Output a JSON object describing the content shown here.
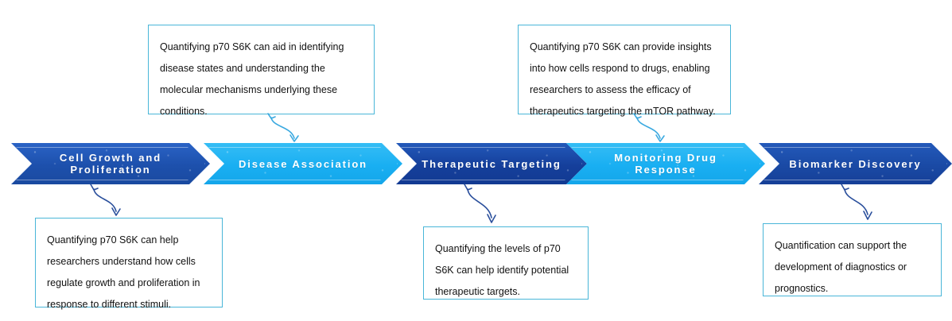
{
  "diagram": {
    "title": "p70 S6K Quantification Process",
    "type": "chevron-process-flow",
    "colors": {
      "dark_blue": "#1e5bbf",
      "navy_blue": "#1a3f9e",
      "light_blue": "#29b6f6",
      "callout_border": "#49b6d8",
      "arrow_light": "#3aa9e0",
      "arrow_dark": "#2a4f9c",
      "text_white": "#ffffff",
      "text_body": "#111111"
    },
    "steps": [
      {
        "id": "cell-growth-and-proliferation",
        "label": "Cell Growth and\nProliferation",
        "shade": "dark",
        "callout_position": "below"
      },
      {
        "id": "disease-association",
        "label": "Disease Association",
        "shade": "light",
        "callout_position": "above"
      },
      {
        "id": "therapeutic-targeting",
        "label": "Therapeutic Targeting",
        "shade": "dark",
        "callout_position": "below"
      },
      {
        "id": "monitoring-drug-response",
        "label": "Monitoring Drug\nResponse",
        "shade": "light",
        "callout_position": "above"
      },
      {
        "id": "biomarker-discovery",
        "label": "Biomarker Discovery",
        "shade": "dark",
        "callout_position": "below"
      }
    ],
    "callouts": [
      {
        "id": "callout-disease-association",
        "position": "above",
        "step": "disease-association",
        "text": "Quantifying p70 S6K can aid in identifying disease states and understanding the molecular mechanisms underlying these conditions."
      },
      {
        "id": "callout-monitoring-drug-response",
        "position": "above",
        "step": "monitoring-drug-response",
        "text": "Quantifying p70 S6K can provide insights into how cells respond to drugs, enabling researchers to assess the efficacy of therapeutics targeting the mTOR pathway."
      },
      {
        "id": "callout-cell-growth-and-proliferation",
        "position": "below",
        "step": "cell-growth-and-proliferation",
        "text": "Quantifying p70 S6K can help researchers understand how cells regulate growth and proliferation in response to different stimuli."
      },
      {
        "id": "callout-therapeutic-targeting",
        "position": "below",
        "step": "therapeutic-targeting",
        "text": "Quantifying the levels of p70 S6K can help identify potential therapeutic targets."
      },
      {
        "id": "callout-biomarker-discovery",
        "position": "below",
        "step": "biomarker-discovery",
        "text": "Quantification can support the development of diagnostics or prognostics."
      }
    ],
    "connectors": [
      {
        "id": "connector-disease-association",
        "from": "callout-disease-association",
        "to": "disease-association",
        "style": "s-curve-double-arrow",
        "color": "light"
      },
      {
        "id": "connector-monitoring-drug-response",
        "from": "callout-monitoring-drug-response",
        "to": "monitoring-drug-response",
        "style": "s-curve-double-arrow",
        "color": "light"
      },
      {
        "id": "connector-cell-growth-and-proliferation",
        "from": "cell-growth-and-proliferation",
        "to": "callout-cell-growth-and-proliferation",
        "style": "s-curve-double-arrow",
        "color": "dark"
      },
      {
        "id": "connector-therapeutic-targeting",
        "from": "therapeutic-targeting",
        "to": "callout-therapeutic-targeting",
        "style": "s-curve-double-arrow",
        "color": "dark"
      },
      {
        "id": "connector-biomarker-discovery",
        "from": "biomarker-discovery",
        "to": "callout-biomarker-discovery",
        "style": "s-curve-double-arrow",
        "color": "dark"
      }
    ]
  }
}
